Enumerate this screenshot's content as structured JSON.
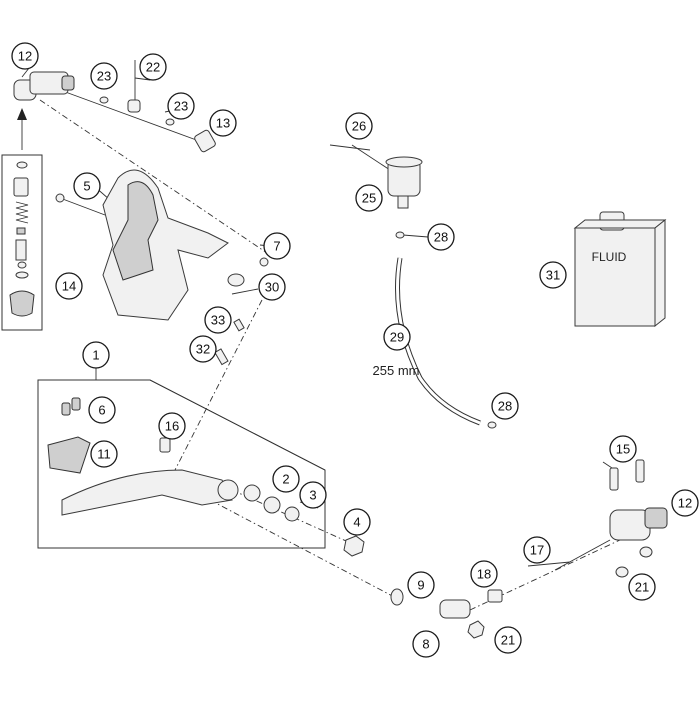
{
  "diagram": {
    "fluid_label": "FLUID",
    "hose_length_label": "255 mm",
    "callouts": [
      {
        "id": "c12a",
        "label": "12"
      },
      {
        "id": "c23a",
        "label": "23"
      },
      {
        "id": "c22",
        "label": "22"
      },
      {
        "id": "c23b",
        "label": "23"
      },
      {
        "id": "c13",
        "label": "13"
      },
      {
        "id": "c5",
        "label": "5"
      },
      {
        "id": "c7",
        "label": "7"
      },
      {
        "id": "c30",
        "label": "30"
      },
      {
        "id": "c14",
        "label": "14"
      },
      {
        "id": "c33",
        "label": "33"
      },
      {
        "id": "c32",
        "label": "32"
      },
      {
        "id": "c1",
        "label": "1"
      },
      {
        "id": "c6",
        "label": "6"
      },
      {
        "id": "c16",
        "label": "16"
      },
      {
        "id": "c11",
        "label": "11"
      },
      {
        "id": "c2",
        "label": "2"
      },
      {
        "id": "c3",
        "label": "3"
      },
      {
        "id": "c4",
        "label": "4"
      },
      {
        "id": "c26",
        "label": "26"
      },
      {
        "id": "c25",
        "label": "25"
      },
      {
        "id": "c28a",
        "label": "28"
      },
      {
        "id": "c29",
        "label": "29"
      },
      {
        "id": "c28b",
        "label": "28"
      },
      {
        "id": "c31",
        "label": "31"
      },
      {
        "id": "c15",
        "label": "15"
      },
      {
        "id": "c12b",
        "label": "12"
      },
      {
        "id": "c17",
        "label": "17"
      },
      {
        "id": "c18",
        "label": "18"
      },
      {
        "id": "c9",
        "label": "9"
      },
      {
        "id": "c8",
        "label": "8"
      },
      {
        "id": "c21a",
        "label": "21"
      },
      {
        "id": "c21b",
        "label": "21"
      }
    ]
  }
}
